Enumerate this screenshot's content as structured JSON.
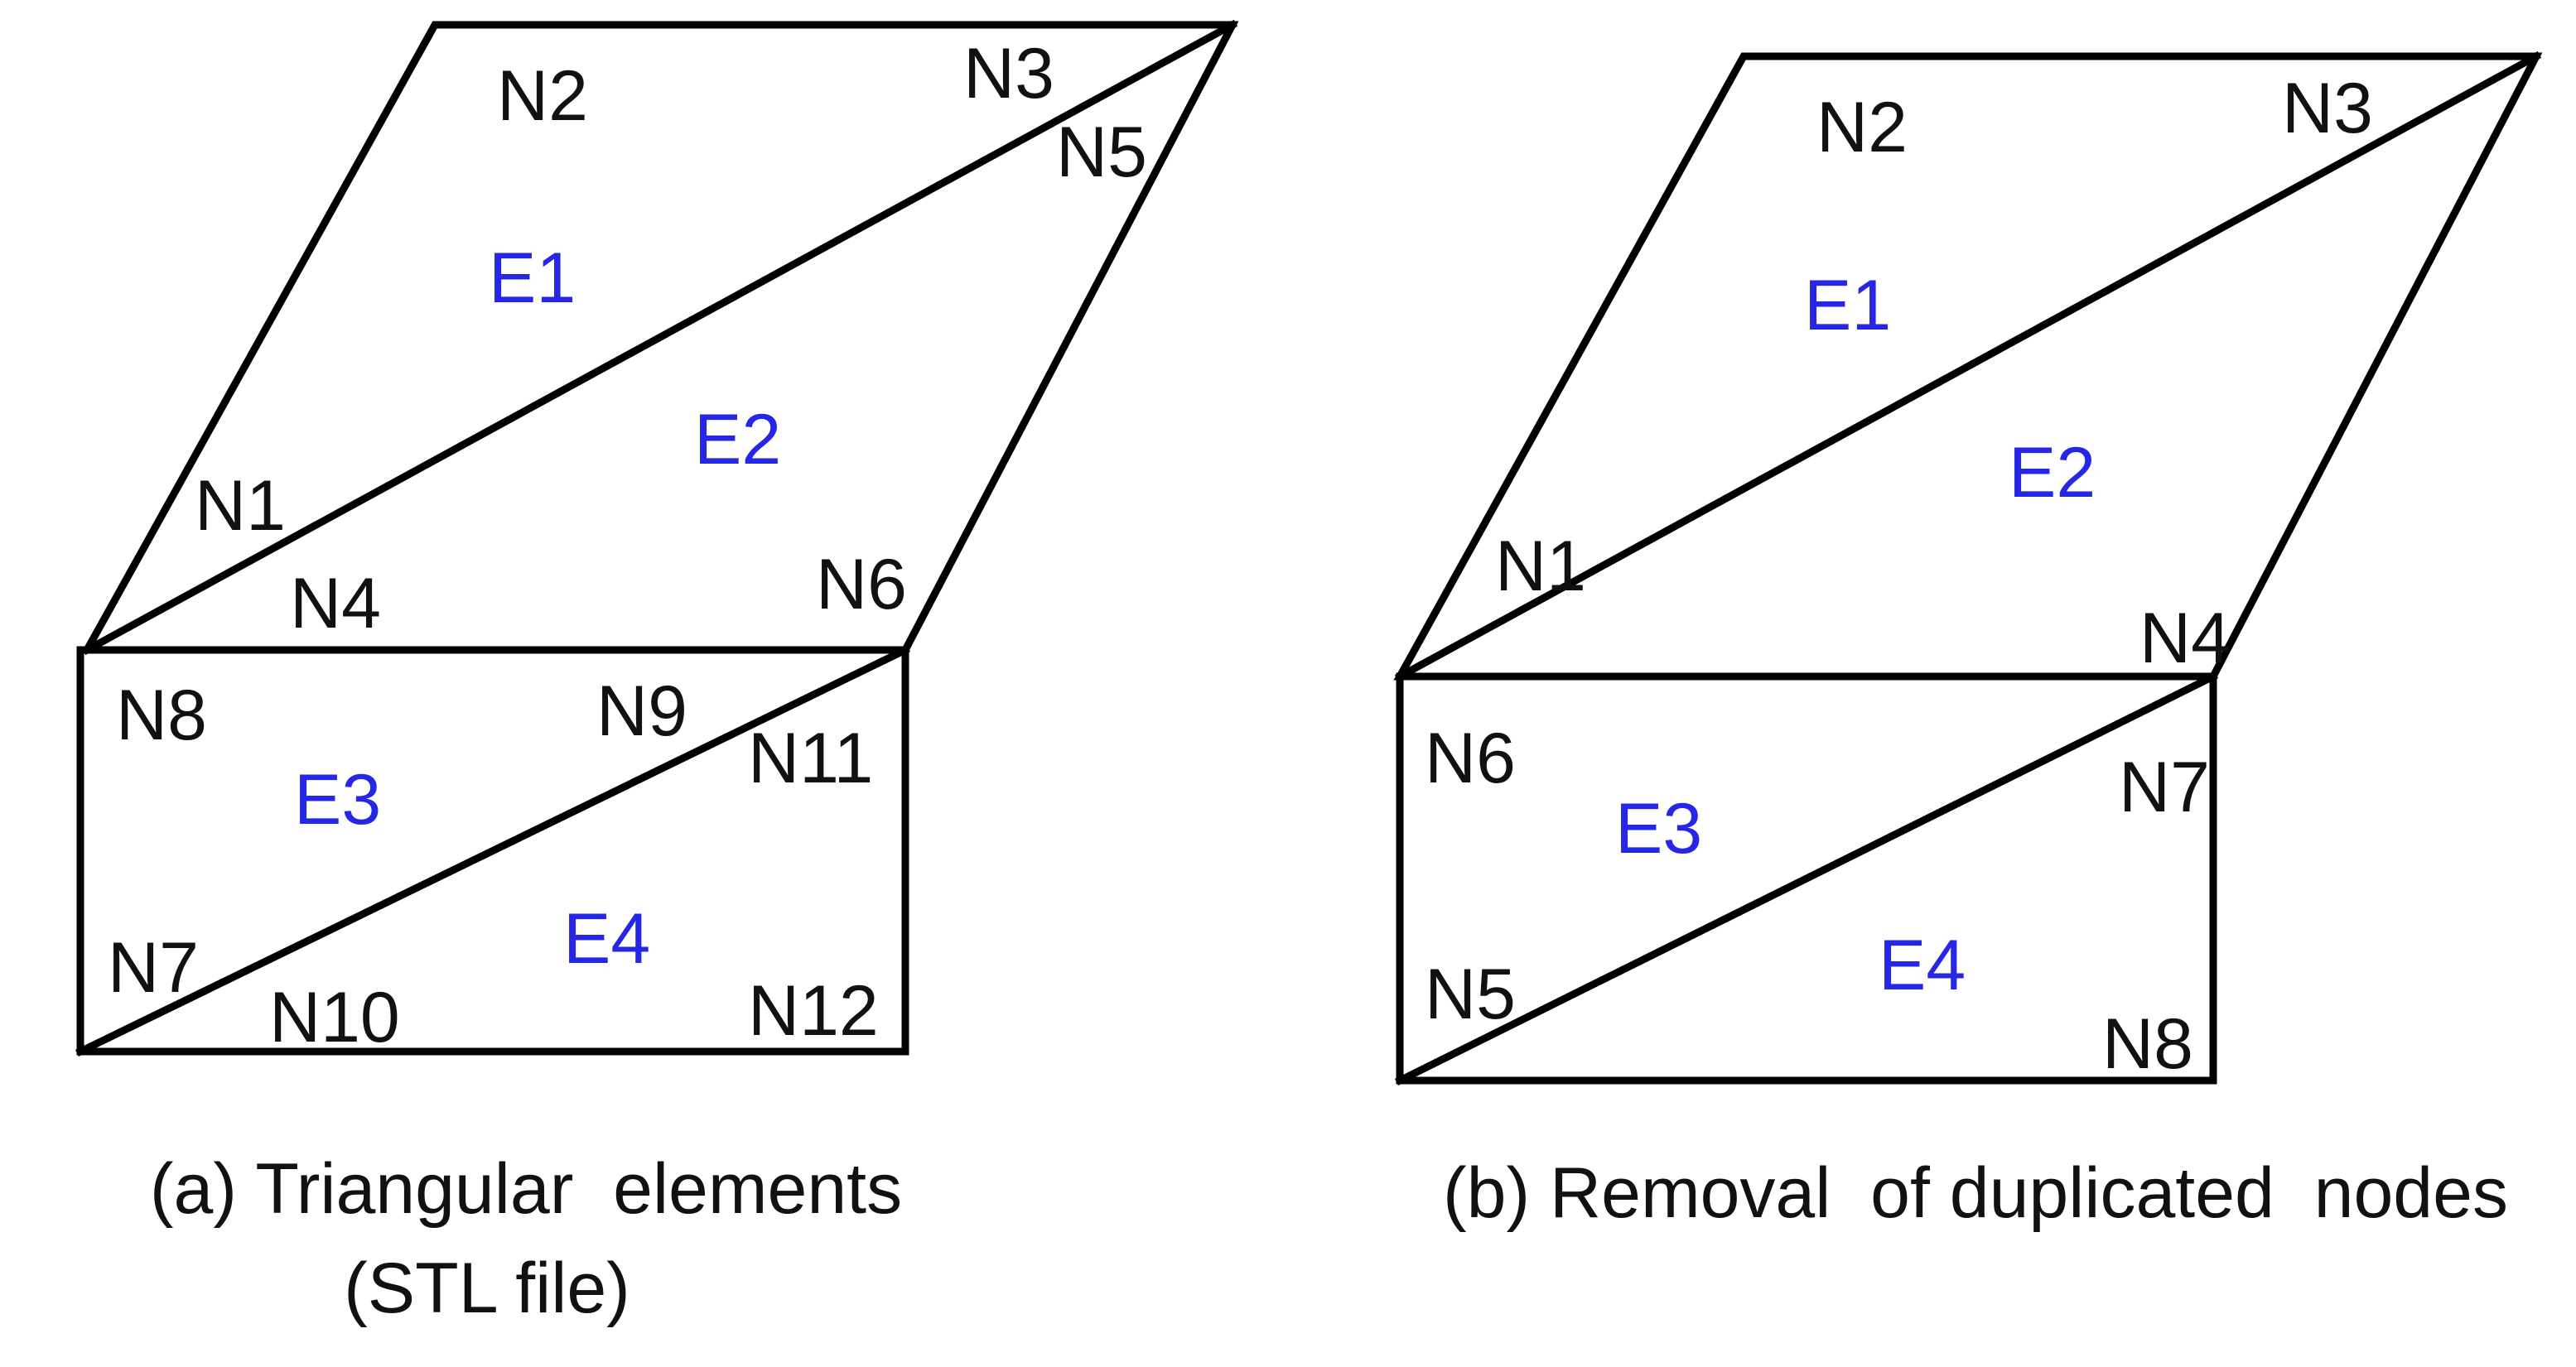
{
  "colors": {
    "edge": "#000000",
    "node_label": "#111111",
    "element_label": "#2626e6",
    "caption": "#111111",
    "background": "#ffffff"
  },
  "panel_a": {
    "caption_line1": "(a) Triangular  elements",
    "caption_line2": "(STL file)",
    "nodes": {
      "n1": "N1",
      "n2": "N2",
      "n3": "N3",
      "n4": "N4",
      "n5": "N5",
      "n6": "N6",
      "n7": "N7",
      "n8": "N8",
      "n9": "N9",
      "n10": "N10",
      "n11": "N11",
      "n12": "N12"
    },
    "elements": {
      "e1": "E1",
      "e2": "E2",
      "e3": "E3",
      "e4": "E4"
    }
  },
  "panel_b": {
    "caption": "(b) Removal  of duplicated  nodes",
    "nodes": {
      "n1": "N1",
      "n2": "N2",
      "n3": "N3",
      "n4": "N4",
      "n5": "N5",
      "n6": "N6",
      "n7": "N7",
      "n8": "N8"
    },
    "elements": {
      "e1": "E1",
      "e2": "E2",
      "e3": "E3",
      "e4": "E4"
    }
  }
}
